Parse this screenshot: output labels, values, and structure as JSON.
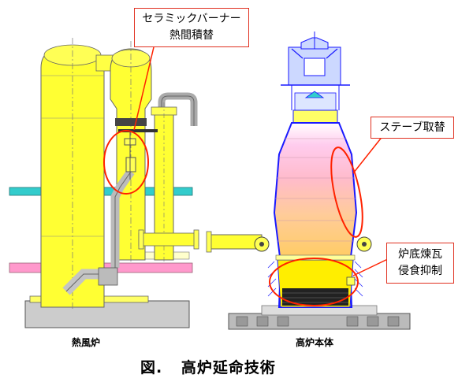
{
  "callouts": {
    "ceramic_burner": [
      "セラミックバーナー",
      "熱間積替"
    ],
    "stave": "ステーブ取替",
    "hearth": [
      "炉底煉瓦",
      "侵食抑制"
    ]
  },
  "labels": {
    "hot_stove": "熱風炉",
    "furnace_body": "高炉本体"
  },
  "caption": {
    "prefix": "図.",
    "title": "高炉延命技術"
  },
  "colors": {
    "stove_yellow": "#ffff33",
    "pipe_gray": "#cccccc",
    "cyan_band": "#33cccc",
    "pink_band": "#ff99cc",
    "callout_red": "#ff2200",
    "shell_blue": "#1a1aff"
  }
}
